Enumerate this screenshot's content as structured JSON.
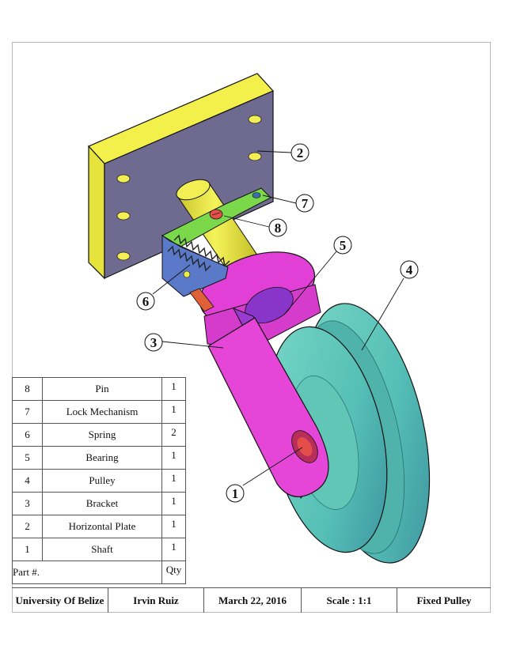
{
  "callouts": [
    "1",
    "2",
    "3",
    "4",
    "5",
    "6",
    "7",
    "8"
  ],
  "parts_table": {
    "rows": [
      {
        "num": "8",
        "name": "Pin",
        "qty": "1"
      },
      {
        "num": "7",
        "name": "Lock Mechanism",
        "qty": "1"
      },
      {
        "num": "6",
        "name": "Spring",
        "qty": "2"
      },
      {
        "num": "5",
        "name": "Bearing",
        "qty": "1"
      },
      {
        "num": "4",
        "name": "Pulley",
        "qty": "1"
      },
      {
        "num": "3",
        "name": "Bracket",
        "qty": "1"
      },
      {
        "num": "2",
        "name": "Horizontal Plate",
        "qty": "1"
      },
      {
        "num": "1",
        "name": "Shaft",
        "qty": "1"
      }
    ],
    "header": {
      "part": "Part #.",
      "qty": "Qty"
    }
  },
  "title_block": {
    "institution": "University Of Belize",
    "author": "Irvin Ruiz",
    "date": "March 22, 2016",
    "scale": "Scale : 1:1",
    "title": "Fixed Pulley"
  },
  "colors": {
    "plate_front": "#6f6a8f",
    "plate_side": "#f1ee4a",
    "shaft": "#f0ee3e",
    "bracket": "#e83fd8",
    "bracket_dark": "#9a3ad0",
    "pulley": "#5fc8b8",
    "pulley_dark": "#3e9a9a",
    "lock": "#7bd84a",
    "spring": "#333333",
    "pin": "#e7504a"
  }
}
